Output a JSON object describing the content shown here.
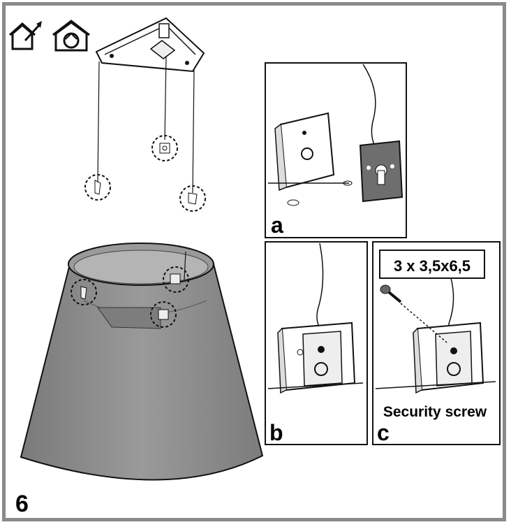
{
  "step_number": "6",
  "icons": [
    {
      "name": "installer-tool-icon"
    },
    {
      "name": "recycle-house-icon"
    }
  ],
  "panels": {
    "a": {
      "label": "a"
    },
    "b": {
      "label": "b"
    },
    "c": {
      "label": "c",
      "screw_spec": "3 x 3,5x6,5",
      "caption": "Security screw"
    }
  },
  "colors": {
    "hood": "#8c8c8c",
    "hood_dark": "#6e6e6e",
    "line": "#111111",
    "frame": "#8a8a8a"
  }
}
